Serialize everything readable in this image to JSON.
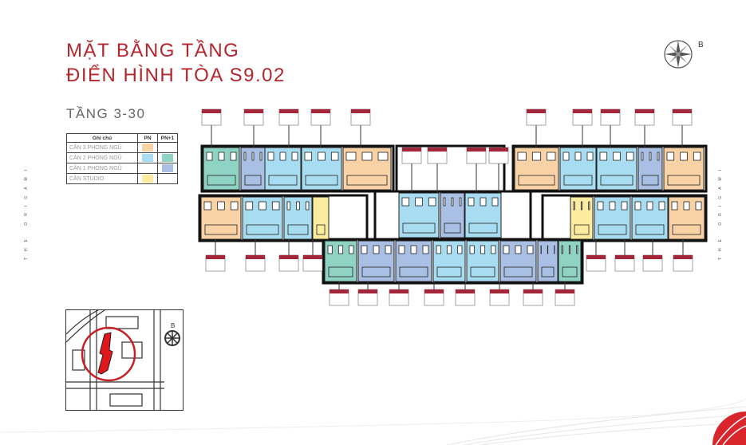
{
  "title": {
    "line1": "MẶT BẰNG TẦNG",
    "line2": "ĐIỂN HÌNH TÒA S9.02"
  },
  "floor_label": "TẦNG 3-30",
  "compass_letter": "B",
  "side_text": "THE ORIGAMI",
  "legend": {
    "headers": [
      "Ghi chú",
      "PN",
      "PN+1"
    ],
    "rows": [
      {
        "label": "CĂN 3 PHÒNG NGỦ",
        "pn": "#f9d3a6",
        "pn1": ""
      },
      {
        "label": "CĂN 2 PHÒNG NGỦ",
        "pn": "#a8dcf0",
        "pn1": "#8fd3c4"
      },
      {
        "label": "CĂN 1 PHÒNG NGỦ",
        "pn": "",
        "pn1": "#a9bfe3"
      },
      {
        "label": "CĂN STUDIO",
        "pn": "#fbeca0",
        "pn1": ""
      }
    ]
  },
  "colors": {
    "accent": "#b3262d",
    "three_bed": "#f9d3a6",
    "two_bed": "#a8dcf0",
    "two_bed_plus": "#8fd3c4",
    "one_bed_plus": "#a9bfe3",
    "studio": "#fbeca0"
  }
}
